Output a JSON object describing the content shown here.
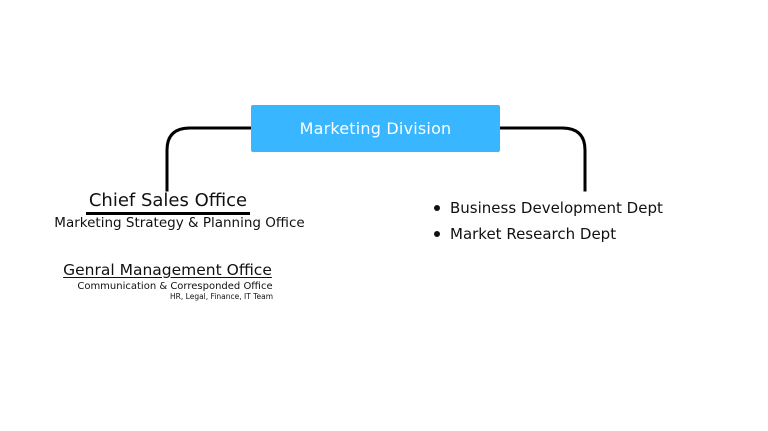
{
  "diagram": {
    "root": {
      "label": "Marketing Division",
      "color": "#38b6ff"
    },
    "left_branch": {
      "title": "Chief Sales Office",
      "subtitle": "Marketing Strategy & Planning Office",
      "sub_unit": {
        "title": "Genral Management Office",
        "line1": "Communication & Corresponded Office",
        "line2": "HR, Legal, Finance, IT Team"
      }
    },
    "right_branch": {
      "items": [
        "Business Development Dept",
        "Market Research Dept"
      ]
    },
    "connector_color": "#000000"
  }
}
